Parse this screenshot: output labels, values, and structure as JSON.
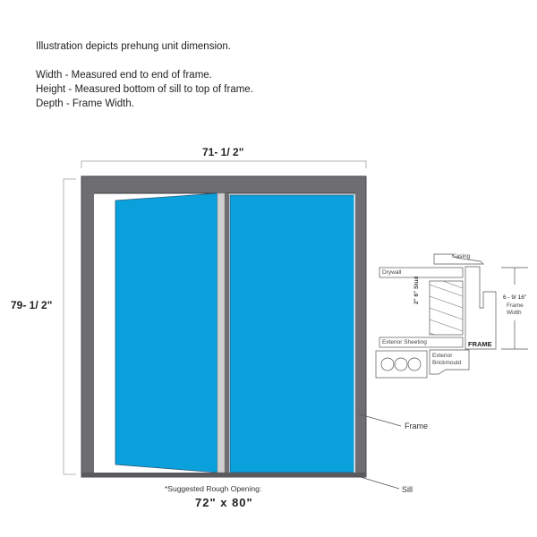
{
  "notes": {
    "intro": "Illustration depicts prehung unit dimension.",
    "width": "Width - Measured end to end of frame.",
    "height": "Height - Measured bottom of sill to top of frame.",
    "depth": "Depth - Frame Width."
  },
  "dimensions": {
    "width_label": "71- 1/ 2\"",
    "height_label": "79- 1/ 2\""
  },
  "callouts": {
    "frame": "Frame",
    "sill": "Sill"
  },
  "rough_opening": {
    "caption": "*Suggested Rough Opening:",
    "value": "72\" x 80\""
  },
  "cross_section": {
    "casing": "Casing",
    "drywall": "Drywall",
    "stud": "2\" 6\" Stud",
    "exterior_sheeting": "Exterior Sheeting",
    "frame": "FRAME",
    "exterior_brickmould_1": "Exterior",
    "exterior_brickmould_2": "Brickmould",
    "frame_width_value": "6 - 9/ 16\"",
    "frame_width_label_1": "Frame",
    "frame_width_label_2": "Width"
  },
  "colors": {
    "frame_gray": "#6e6d72",
    "panel_blue": "#0aa0dc",
    "divider_gray": "#c8c8c8",
    "dim_line": "#b0b0b0"
  }
}
